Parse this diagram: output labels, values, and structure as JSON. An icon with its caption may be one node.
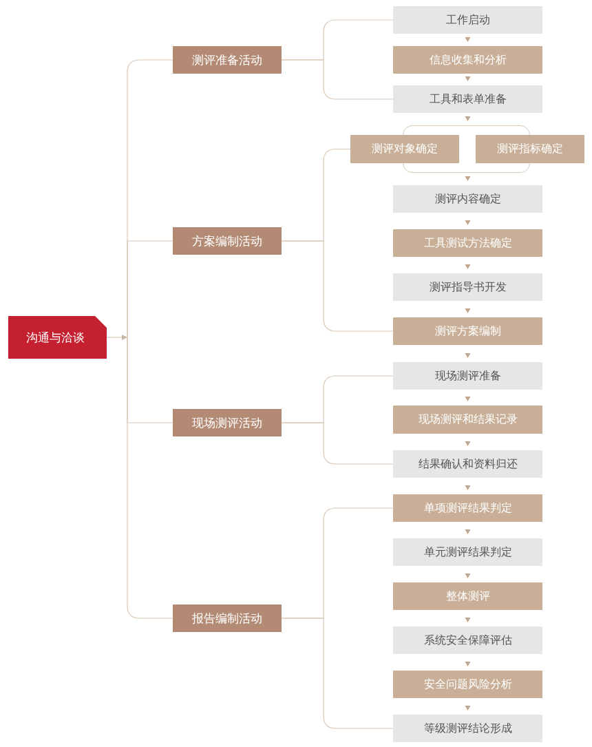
{
  "diagram": {
    "nodes": [
      {
        "text": [
          "沟通与洽谈"
        ]
      },
      {
        "text": [
          "测评准备活动"
        ]
      },
      {
        "text": [
          "工作启动"
        ]
      },
      {
        "text": [
          "信息收集和分析"
        ]
      },
      {
        "text": [
          "工具和表单准备"
        ]
      },
      {
        "text": [
          "方案编制活动"
        ]
      },
      {
        "text": [],
        "shape": "box"
      },
      {
        "text": [
          "测评对象确定"
        ]
      },
      {
        "text": [
          "测评指标确定"
        ]
      },
      {
        "text": [
          "测评内容确定"
        ]
      },
      {
        "text": [
          "工具测试方法确定"
        ]
      },
      {
        "text": [
          "测评指导书开发"
        ]
      },
      {
        "text": [
          "测评方案编制"
        ]
      },
      {
        "text": [
          "现场测评活动"
        ]
      },
      {
        "text": [
          "现场测评准备"
        ]
      },
      {
        "text": [
          "现场测评和结果记录"
        ]
      },
      {
        "text": [
          "结果确认和资料归还"
        ]
      },
      {
        "text": [
          "报告编制活动"
        ]
      },
      {
        "text": [
          "单项测评结果判定"
        ]
      },
      {
        "text": [
          "单元测评结果判定"
        ]
      },
      {
        "text": [
          "整体测评"
        ]
      },
      {
        "text": [
          "系统安全保障评估"
        ]
      },
      {
        "text": [
          "安全问题风险分析"
        ]
      },
      {
        "text": [
          "等级测评结论形成"
        ]
      }
    ],
    "edges": [
      {
        "from": 0,
        "to": null,
        "arrow": "to"
      },
      {
        "from": null,
        "to": 1,
        "arrow": "none"
      },
      {
        "from": null,
        "to": 5,
        "arrow": "none"
      },
      {
        "from": null,
        "to": 13,
        "arrow": "none"
      },
      {
        "from": null,
        "to": 17,
        "arrow": "none"
      },
      {
        "from": 1,
        "to": 2,
        "arrow": "none"
      },
      {
        "from": 1,
        "to": 4,
        "arrow": "none"
      },
      {
        "from": 5,
        "to": 7,
        "arrow": "none"
      },
      {
        "from": 5,
        "to": 12,
        "arrow": "none"
      },
      {
        "from": 13,
        "to": 14,
        "arrow": "none"
      },
      {
        "from": 13,
        "to": 16,
        "arrow": "none"
      },
      {
        "from": 17,
        "to": 18,
        "arrow": "none"
      },
      {
        "from": 17,
        "to": 23,
        "arrow": "none"
      },
      {
        "from": 2,
        "to": 3,
        "arrow": "to"
      },
      {
        "from": 3,
        "to": 4,
        "arrow": "to"
      },
      {
        "from": 4,
        "to": 6,
        "arrow": "to"
      },
      {
        "from": 6,
        "to": 9,
        "arrow": "to"
      },
      {
        "from": 9,
        "to": 10,
        "arrow": "to"
      },
      {
        "from": 10,
        "to": 11,
        "arrow": "to"
      },
      {
        "from": 11,
        "to": 12,
        "arrow": "to"
      },
      {
        "from": 12,
        "to": 14,
        "arrow": "to"
      },
      {
        "from": 14,
        "to": 15,
        "arrow": "to"
      },
      {
        "from": 15,
        "to": 16,
        "arrow": "to"
      },
      {
        "from": 16,
        "to": 18,
        "arrow": "to"
      },
      {
        "from": 18,
        "to": 19,
        "arrow": "to"
      },
      {
        "from": 19,
        "to": 20,
        "arrow": "to"
      },
      {
        "from": 20,
        "to": 21,
        "arrow": "to"
      },
      {
        "from": 21,
        "to": 22,
        "arrow": "to"
      },
      {
        "from": 22,
        "to": 23,
        "arrow": "to"
      }
    ]
  }
}
